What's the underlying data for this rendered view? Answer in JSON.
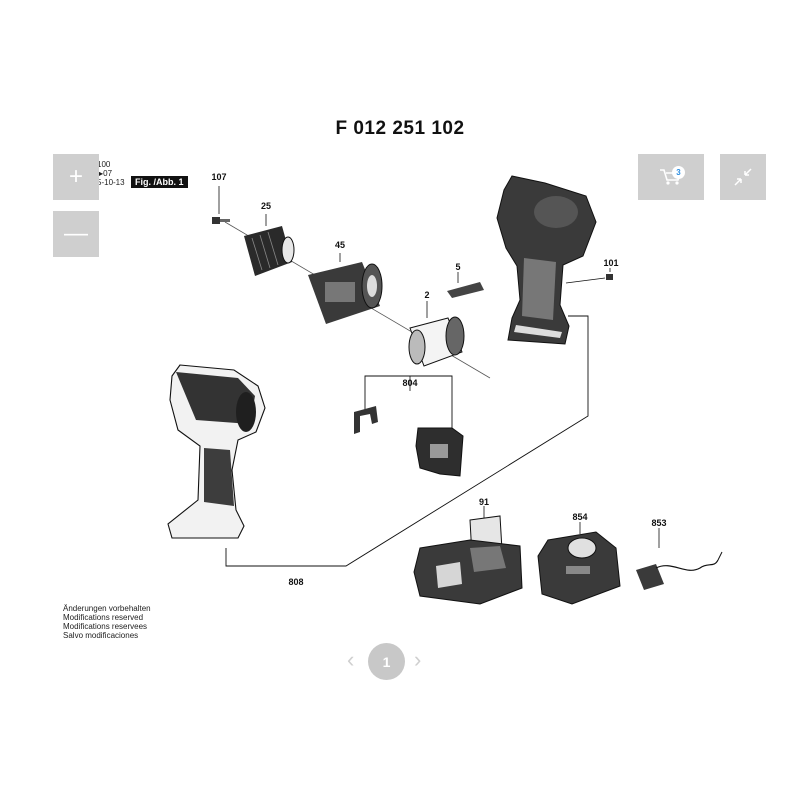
{
  "document": {
    "title": "F 012 251 102",
    "meta_lines": [
      "100",
      "▶07",
      "5-10-13"
    ],
    "figure_label": "Fig. /Abb. 1",
    "notes": [
      "Änderungen vorbehalten",
      "Modifications reserved",
      "Modifications reservees",
      "Salvo modificaciones"
    ]
  },
  "viewer": {
    "zoom_in_glyph": "+",
    "zoom_out_glyph": "—",
    "cart_badge": "3",
    "page": "1",
    "prev_glyph": "‹",
    "next_glyph": "›"
  },
  "callouts": {
    "c107": "107",
    "c25": "25",
    "c45": "45",
    "c5": "5",
    "c2": "2",
    "c101": "101",
    "c804": "804",
    "c91": "91",
    "c854": "854",
    "c853": "853",
    "c808": "808"
  }
}
